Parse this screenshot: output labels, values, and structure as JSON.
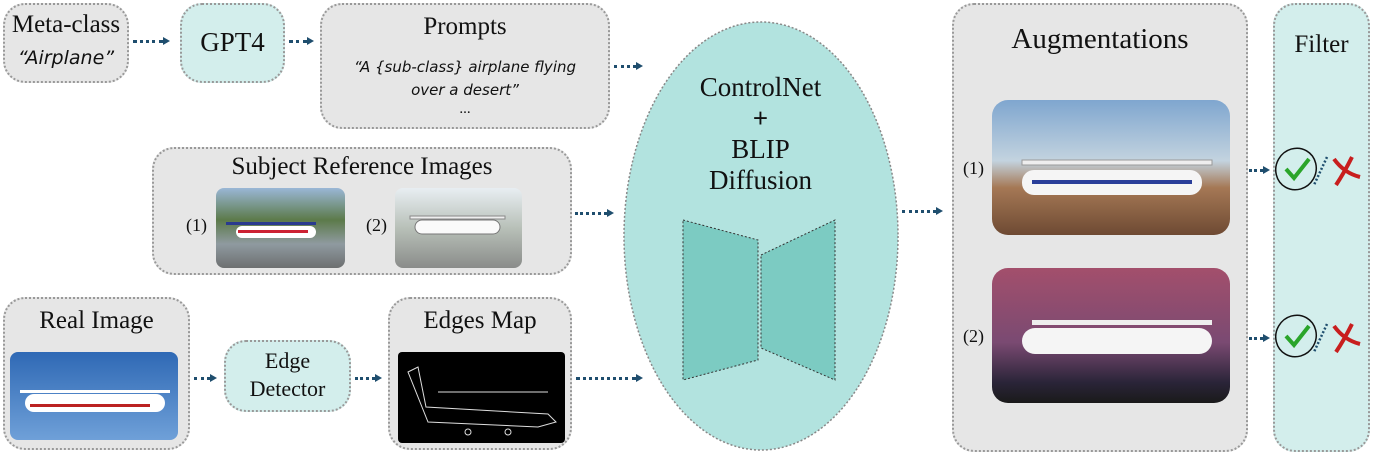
{
  "meta_class": {
    "title": "Meta-class",
    "value": "“Airplane”"
  },
  "gpt": {
    "label": "GPT4"
  },
  "prompts": {
    "title": "Prompts",
    "line1": "“A {sub-class} airplane flying",
    "line2": "over a desert”",
    "ellipsis": "..."
  },
  "subject": {
    "title": "Subject Reference Images",
    "labels": [
      "(1)",
      "(2)"
    ]
  },
  "real": {
    "title": "Real Image"
  },
  "edge_detector": {
    "line1": "Edge",
    "line2": "Detector"
  },
  "edges_map": {
    "title": "Edges Map"
  },
  "model": {
    "line1": "ControlNet",
    "line2": "+",
    "line3": "BLIP",
    "line4": "Diffusion"
  },
  "augmentations": {
    "title": "Augmentations",
    "labels": [
      "(1)",
      "(2)"
    ]
  },
  "filter": {
    "title": "Filter"
  },
  "colors": {
    "box": "#e6e6e6",
    "teal_box": "#d3eeec",
    "ellipse": "#b2e3df",
    "arrow": "#1f4e6e",
    "check": "#2aa52a",
    "cross": "#c81e1e"
  }
}
